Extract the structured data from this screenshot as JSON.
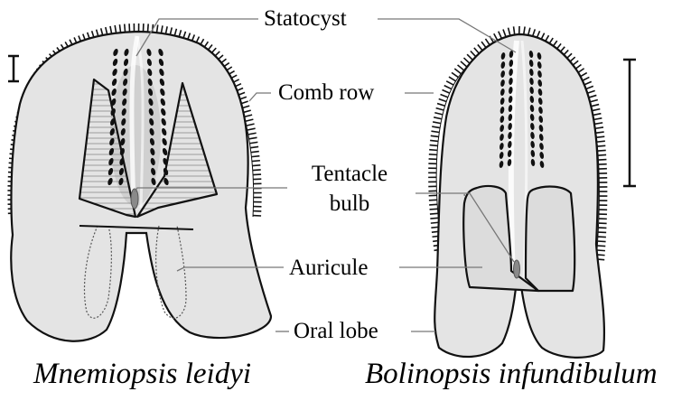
{
  "labels": {
    "statocyst": "Statocyst",
    "comb_row": "Comb row",
    "tentacle_bulb_line1": "Tentacle",
    "tentacle_bulb_line2": "bulb",
    "auricule": "Auricule",
    "oral_lobe": "Oral lobe"
  },
  "species": {
    "left": "Mnemiopsis leidyi",
    "right": "Bolinopsis infundibulum"
  },
  "colors": {
    "body_fill": "#e4e4e4",
    "inner_fill": "#d2d2d2",
    "stroke": "#111111",
    "leader": "#777777"
  }
}
